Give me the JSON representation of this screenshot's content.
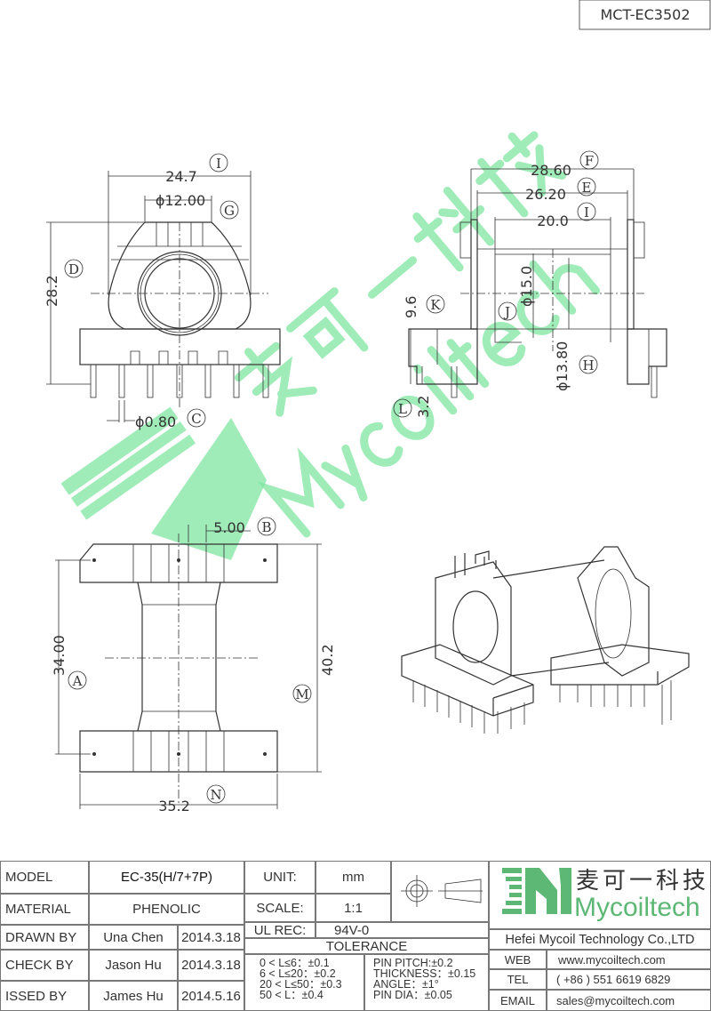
{
  "drawing_number": "MCT-EC3502",
  "watermark": {
    "cn": "麦可一科技",
    "en": "Mycoiltech"
  },
  "front_view": {
    "width": "24.7",
    "width_ref": "I",
    "bore": "ϕ12.00",
    "bore_ref": "G",
    "height": "28.2",
    "height_ref": "D",
    "pin_dia": "ϕ0.80",
    "pin_dia_ref": "C"
  },
  "side_view": {
    "overall": "28.60",
    "overall_ref": "F",
    "flange": "26.20",
    "flange_ref": "E",
    "winding": "20.0",
    "winding_ref": "I",
    "core_dia": "ϕ15.0",
    "core_dia_ref": "J",
    "inner_dia": "ϕ13.80",
    "inner_dia_ref": "H",
    "base_height": "9.6",
    "base_height_ref": "K",
    "pin_len": "3.2",
    "pin_len_ref": "L"
  },
  "bottom_view": {
    "pitch": "5.00",
    "pitch_ref": "B",
    "row_span": "34.00",
    "row_span_ref": "A",
    "length": "40.2",
    "length_ref": "M",
    "width": "35.2",
    "width_ref": "N"
  },
  "title_block": {
    "model_label": "MODEL",
    "model": "EC-35(H/7+7P)",
    "material_label": "MATERIAL",
    "material": "PHENOLIC",
    "drawn_label": "DRAWN BY",
    "drawn_name": "Una Chen",
    "drawn_date": "2014.3.18",
    "check_label": "CHECK BY",
    "check_name": "Jason Hu",
    "check_date": "2014.3.18",
    "issued_label": "ISSED BY",
    "issued_name": "James Hu",
    "issued_date": "2014.5.16",
    "unit_label": "UNIT:",
    "unit": "mm",
    "scale_label": "SCALE:",
    "scale": "1:1",
    "ul_label": "UL REC:",
    "ul": "94V-0",
    "tolerance_label": "TOLERANCE",
    "tolerances": [
      "0 < L≤6：±0.1",
      "6 < L≤20：±0.2",
      "20 < L≤50：±0.3",
      "50 < L：±0.4"
    ],
    "tolerances2": [
      "PIN PITCH:±0.2",
      "THICKNESS：±0.15",
      "ANGLE：±1°",
      "PIN DIA：±0.05"
    ],
    "logo_cn": "麦可一科技",
    "logo_en": "Mycoiltech",
    "company": "Hefei Mycoil Technology Co.,LTD",
    "web_label": "WEB",
    "web": "www.mycoiltech.com",
    "tel_label": "TEL",
    "tel": "( +86 ) 551 6619 6829",
    "email_label": "EMAIL",
    "email": "sales@mycoiltech.com"
  }
}
